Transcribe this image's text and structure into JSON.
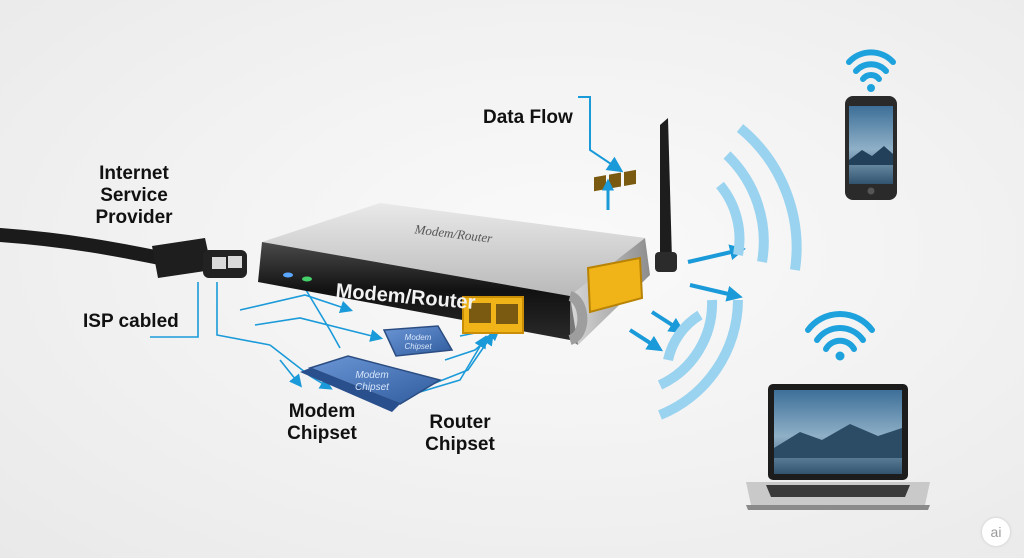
{
  "labels": {
    "isp_provider": [
      "Internet",
      "Service",
      "Provider"
    ],
    "isp_cable": "ISP cabled",
    "data_flow": "Data Flow",
    "device_top": "Modem/Router",
    "device_front": "Modem/Router",
    "modem_chipset": [
      "Modem",
      "Chipset"
    ],
    "router_chipset": [
      "Router",
      "Chipset"
    ],
    "chip_small": [
      "Modem",
      "Chipset"
    ],
    "chip_large": [
      "Modem",
      "Chipset"
    ]
  },
  "badge": "ai",
  "colors": {
    "accent": "#1ea2dd",
    "wave": "#9ad3ef",
    "arrow": "#1a9ad9",
    "chip": "#3f6fb5",
    "port": "#f0b419",
    "led_blue": "#5aa8ff",
    "led_green": "#44d06a"
  }
}
